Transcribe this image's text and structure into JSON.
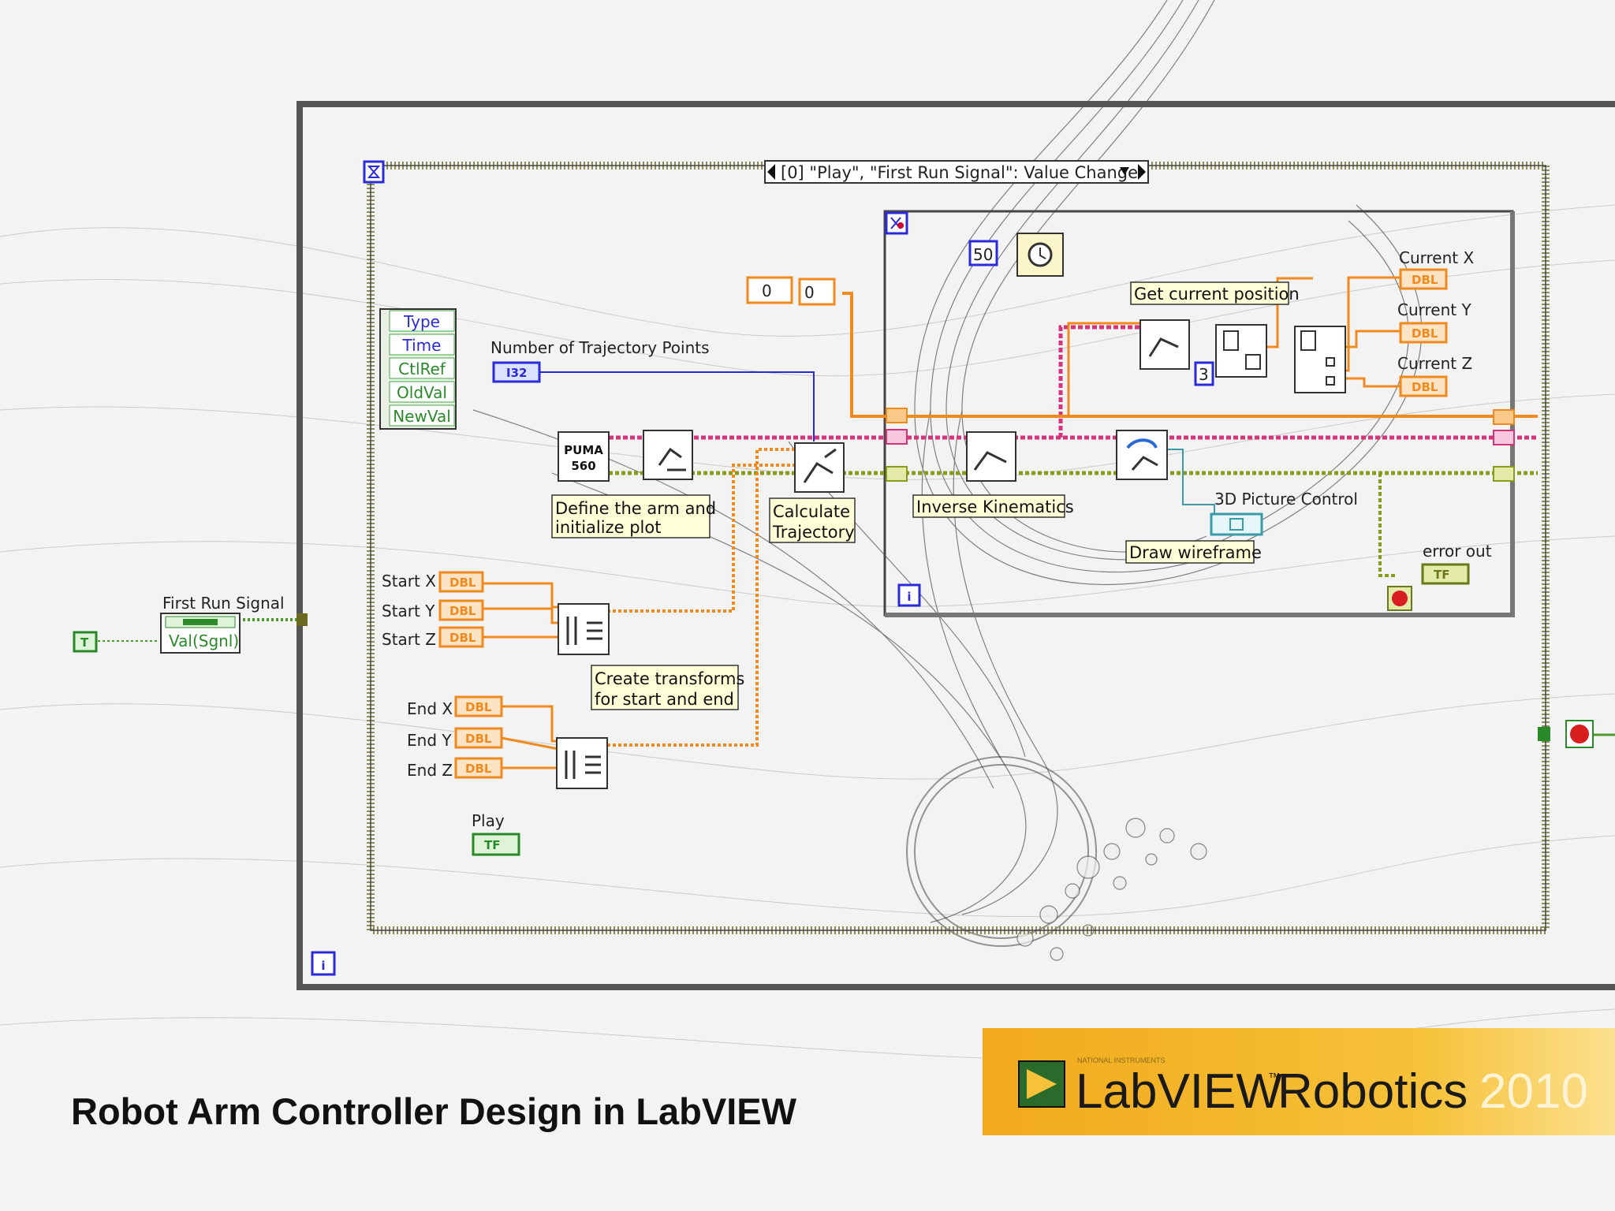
{
  "caption": "Robot Arm Controller Design in LabVIEW",
  "logo": {
    "brand": "LabVIEW",
    "tm": "™",
    "product": "Robotics",
    "year": "2010",
    "small_text": "NATIONAL INSTRUMENTS"
  },
  "event_structure": {
    "case_label": "[0] \"Play\", \"First Run Signal\": Value Change"
  },
  "event_data_node": [
    "Type",
    "Time",
    "CtlRef",
    "OldVal",
    "NewVal"
  ],
  "labels": {
    "num_traj_points": "Number of Trajectory Points",
    "first_run_signal": "First Run Signal",
    "val_sgnl": "Val(Sgnl)",
    "play": "Play",
    "start_x": "Start X",
    "start_y": "Start Y",
    "start_z": "Start Z",
    "end_x": "End X",
    "end_y": "End Y",
    "end_z": "End Z",
    "current_x": "Current X",
    "current_y": "Current Y",
    "current_z": "Current Z",
    "picture_control": "3D Picture Control",
    "error_out": "error out",
    "puma": "PUMA",
    "puma_num": "560"
  },
  "comments": {
    "define_arm_1": "Define the arm and",
    "define_arm_2": "initialize plot",
    "calc_traj_1": "Calculate",
    "calc_traj_2": "Trajectory",
    "create_transforms_1": "Create transforms",
    "create_transforms_2": "for start and end",
    "inverse_kinematics": "Inverse Kinematics",
    "get_position": "Get current position",
    "draw_wireframe": "Draw wireframe"
  },
  "constants": {
    "c0a": "0",
    "c0b": "0",
    "wait_ms": "50",
    "index": "3"
  },
  "tags": {
    "i32": "I32",
    "dbl": "DBL",
    "tf": "TF",
    "true_const": "T",
    "iter": "i",
    "stop_tf": "TF"
  },
  "colors": {
    "orange_wire": "#f08a1e",
    "pink_wire": "#d6337a",
    "green_wire": "#8a9a1a",
    "blue_wire": "#2a2ad8",
    "logo_bar": "#e8a21a"
  }
}
